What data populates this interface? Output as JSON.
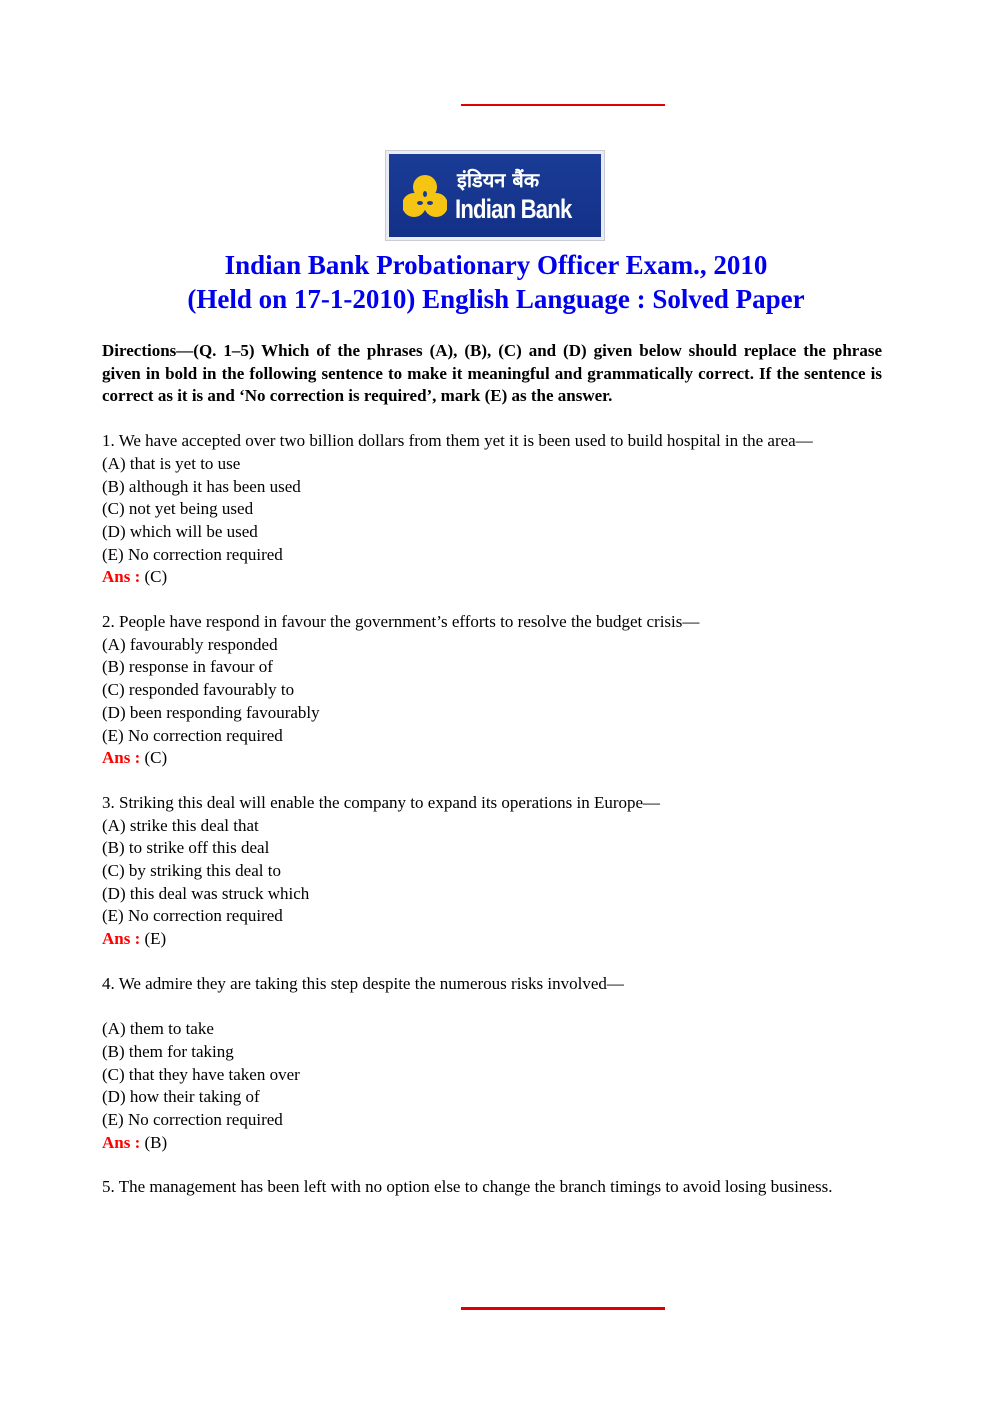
{
  "decor": {
    "rule_color": "#e00000",
    "title_color": "#0000ee",
    "answer_label_color": "#ff0000"
  },
  "logo": {
    "hindi_text": "इंडियन बैंक",
    "english_text": "Indian Bank",
    "bg_color": "#1a3c96",
    "mark_color": "#f6c514"
  },
  "title": {
    "line1": "Indian Bank Probationary Officer Exam., 2010",
    "line2": "(Held on 17-1-2010)  English Language : Solved Paper"
  },
  "directions": "Directions—(Q. 1–5) Which of the phrases (A), (B), (C) and (D) given below should replace the phrase given in bold in the following sentence to make it meaningful and grammatically correct. If the sentence is correct as it is and ‘No correction is required’, mark (E) as the answer.",
  "questions": [
    {
      "text": "1. We have accepted over two billion dollars from them yet it is been used to build hospital in the area—",
      "options": [
        "(A) that is yet to use",
        "(B) although it has been used",
        "(C) not yet being used",
        "(D) which will be used",
        "(E) No correction required"
      ],
      "answer_label": "Ans :",
      "answer": "(C)"
    },
    {
      "text": "2. People have respond in favour the government’s efforts to resolve the budget crisis—",
      "options": [
        "(A) favourably responded",
        "(B) response in favour of",
        "(C) responded favourably to",
        "(D) been responding favourably",
        "(E) No correction required"
      ],
      "answer_label": "Ans :",
      "answer": "(C)"
    },
    {
      "text": "3. Striking this deal will enable the company to expand its operations in Europe—",
      "options": [
        "(A) strike this deal that",
        "(B) to strike off this deal",
        "(C) by striking this deal to",
        "(D) this deal was struck which",
        "(E) No correction required"
      ],
      "answer_label": "Ans :",
      "answer": "(E)"
    },
    {
      "text": "4. We admire they are taking this step despite the numerous risks involved—",
      "options": [
        "(A) them to take",
        "(B) them for taking",
        "(C) that they have taken over",
        "(D) how their taking of",
        "(E) No correction required"
      ],
      "answer_label": "Ans :",
      "answer": "(B)"
    },
    {
      "text": "5. The management has been left with no option else to change the branch timings to avoid losing business."
    }
  ]
}
